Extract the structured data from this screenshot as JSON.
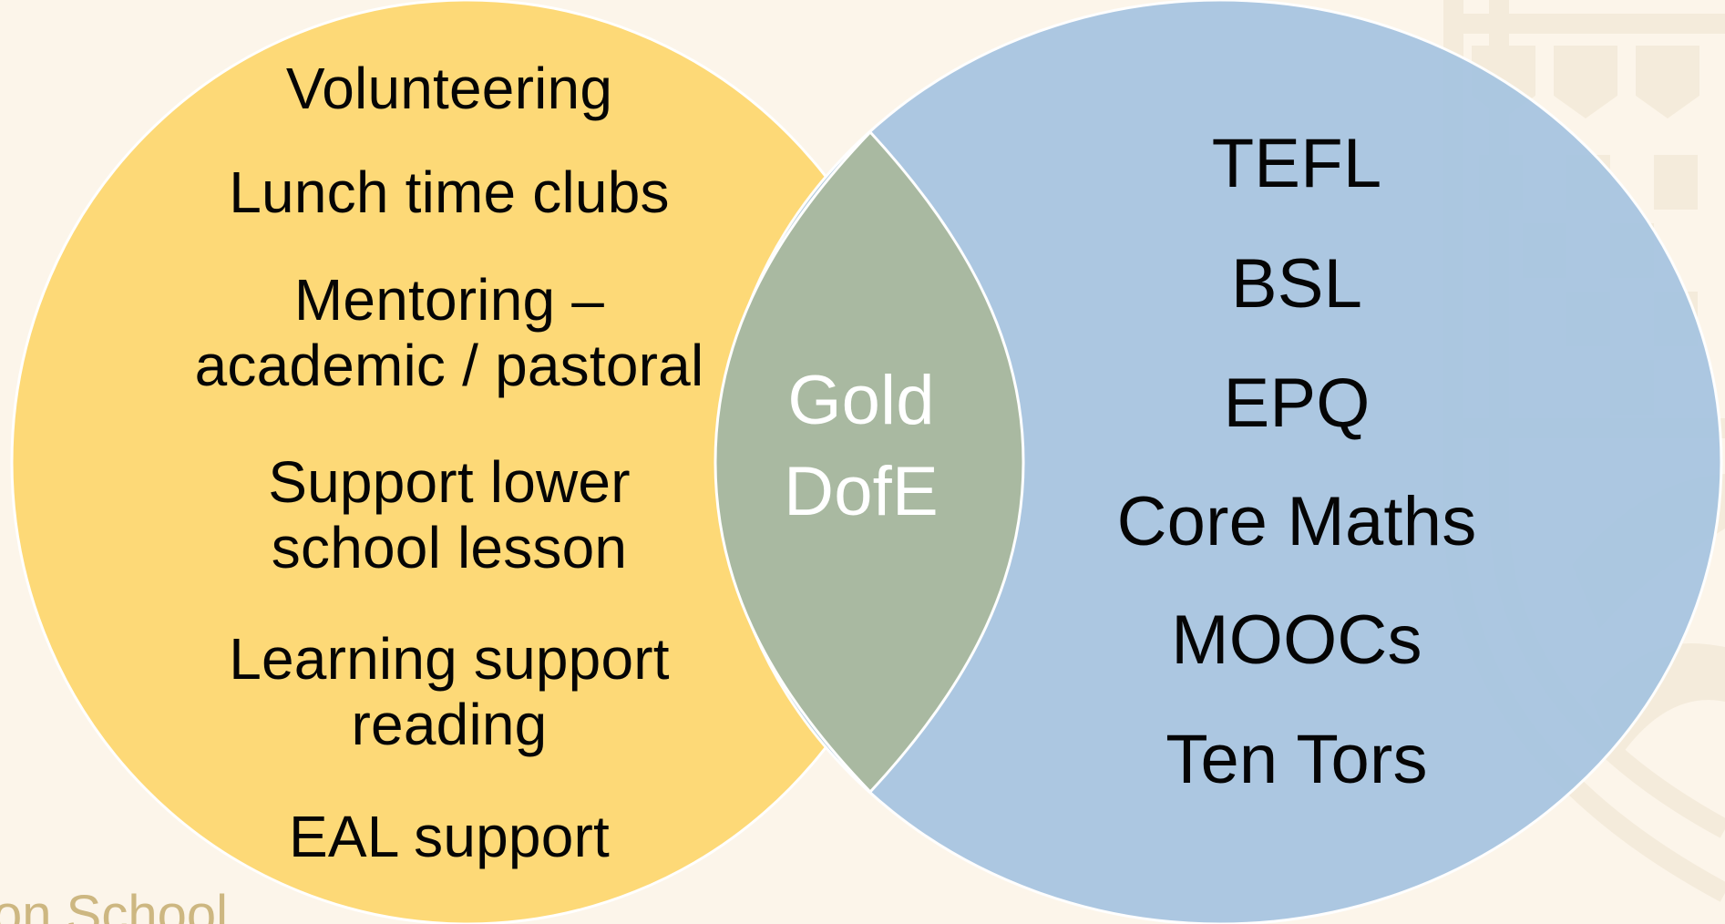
{
  "left_circle": {
    "items": [
      "Volunteering",
      "Lunch time clubs",
      "Mentoring –\nacademic / pastoral",
      "Support lower\nschool lesson",
      "Learning support\nreading",
      "EAL support"
    ]
  },
  "overlap": {
    "label": "Gold\nDofE"
  },
  "right_circle": {
    "items": [
      "TEFL",
      "BSL",
      "EPQ",
      "Core Maths",
      "MOOCs",
      "Ten Tors"
    ]
  },
  "footer": {
    "text": "on School"
  },
  "colors": {
    "background": "#fcf5ea",
    "left_fill": "#fdd977",
    "right_fill": "#a9c6e1",
    "overlap_fill": "#a9b9a1",
    "outline": "#ffffff",
    "text": "#050505",
    "overlap_text": "#ffffff"
  }
}
